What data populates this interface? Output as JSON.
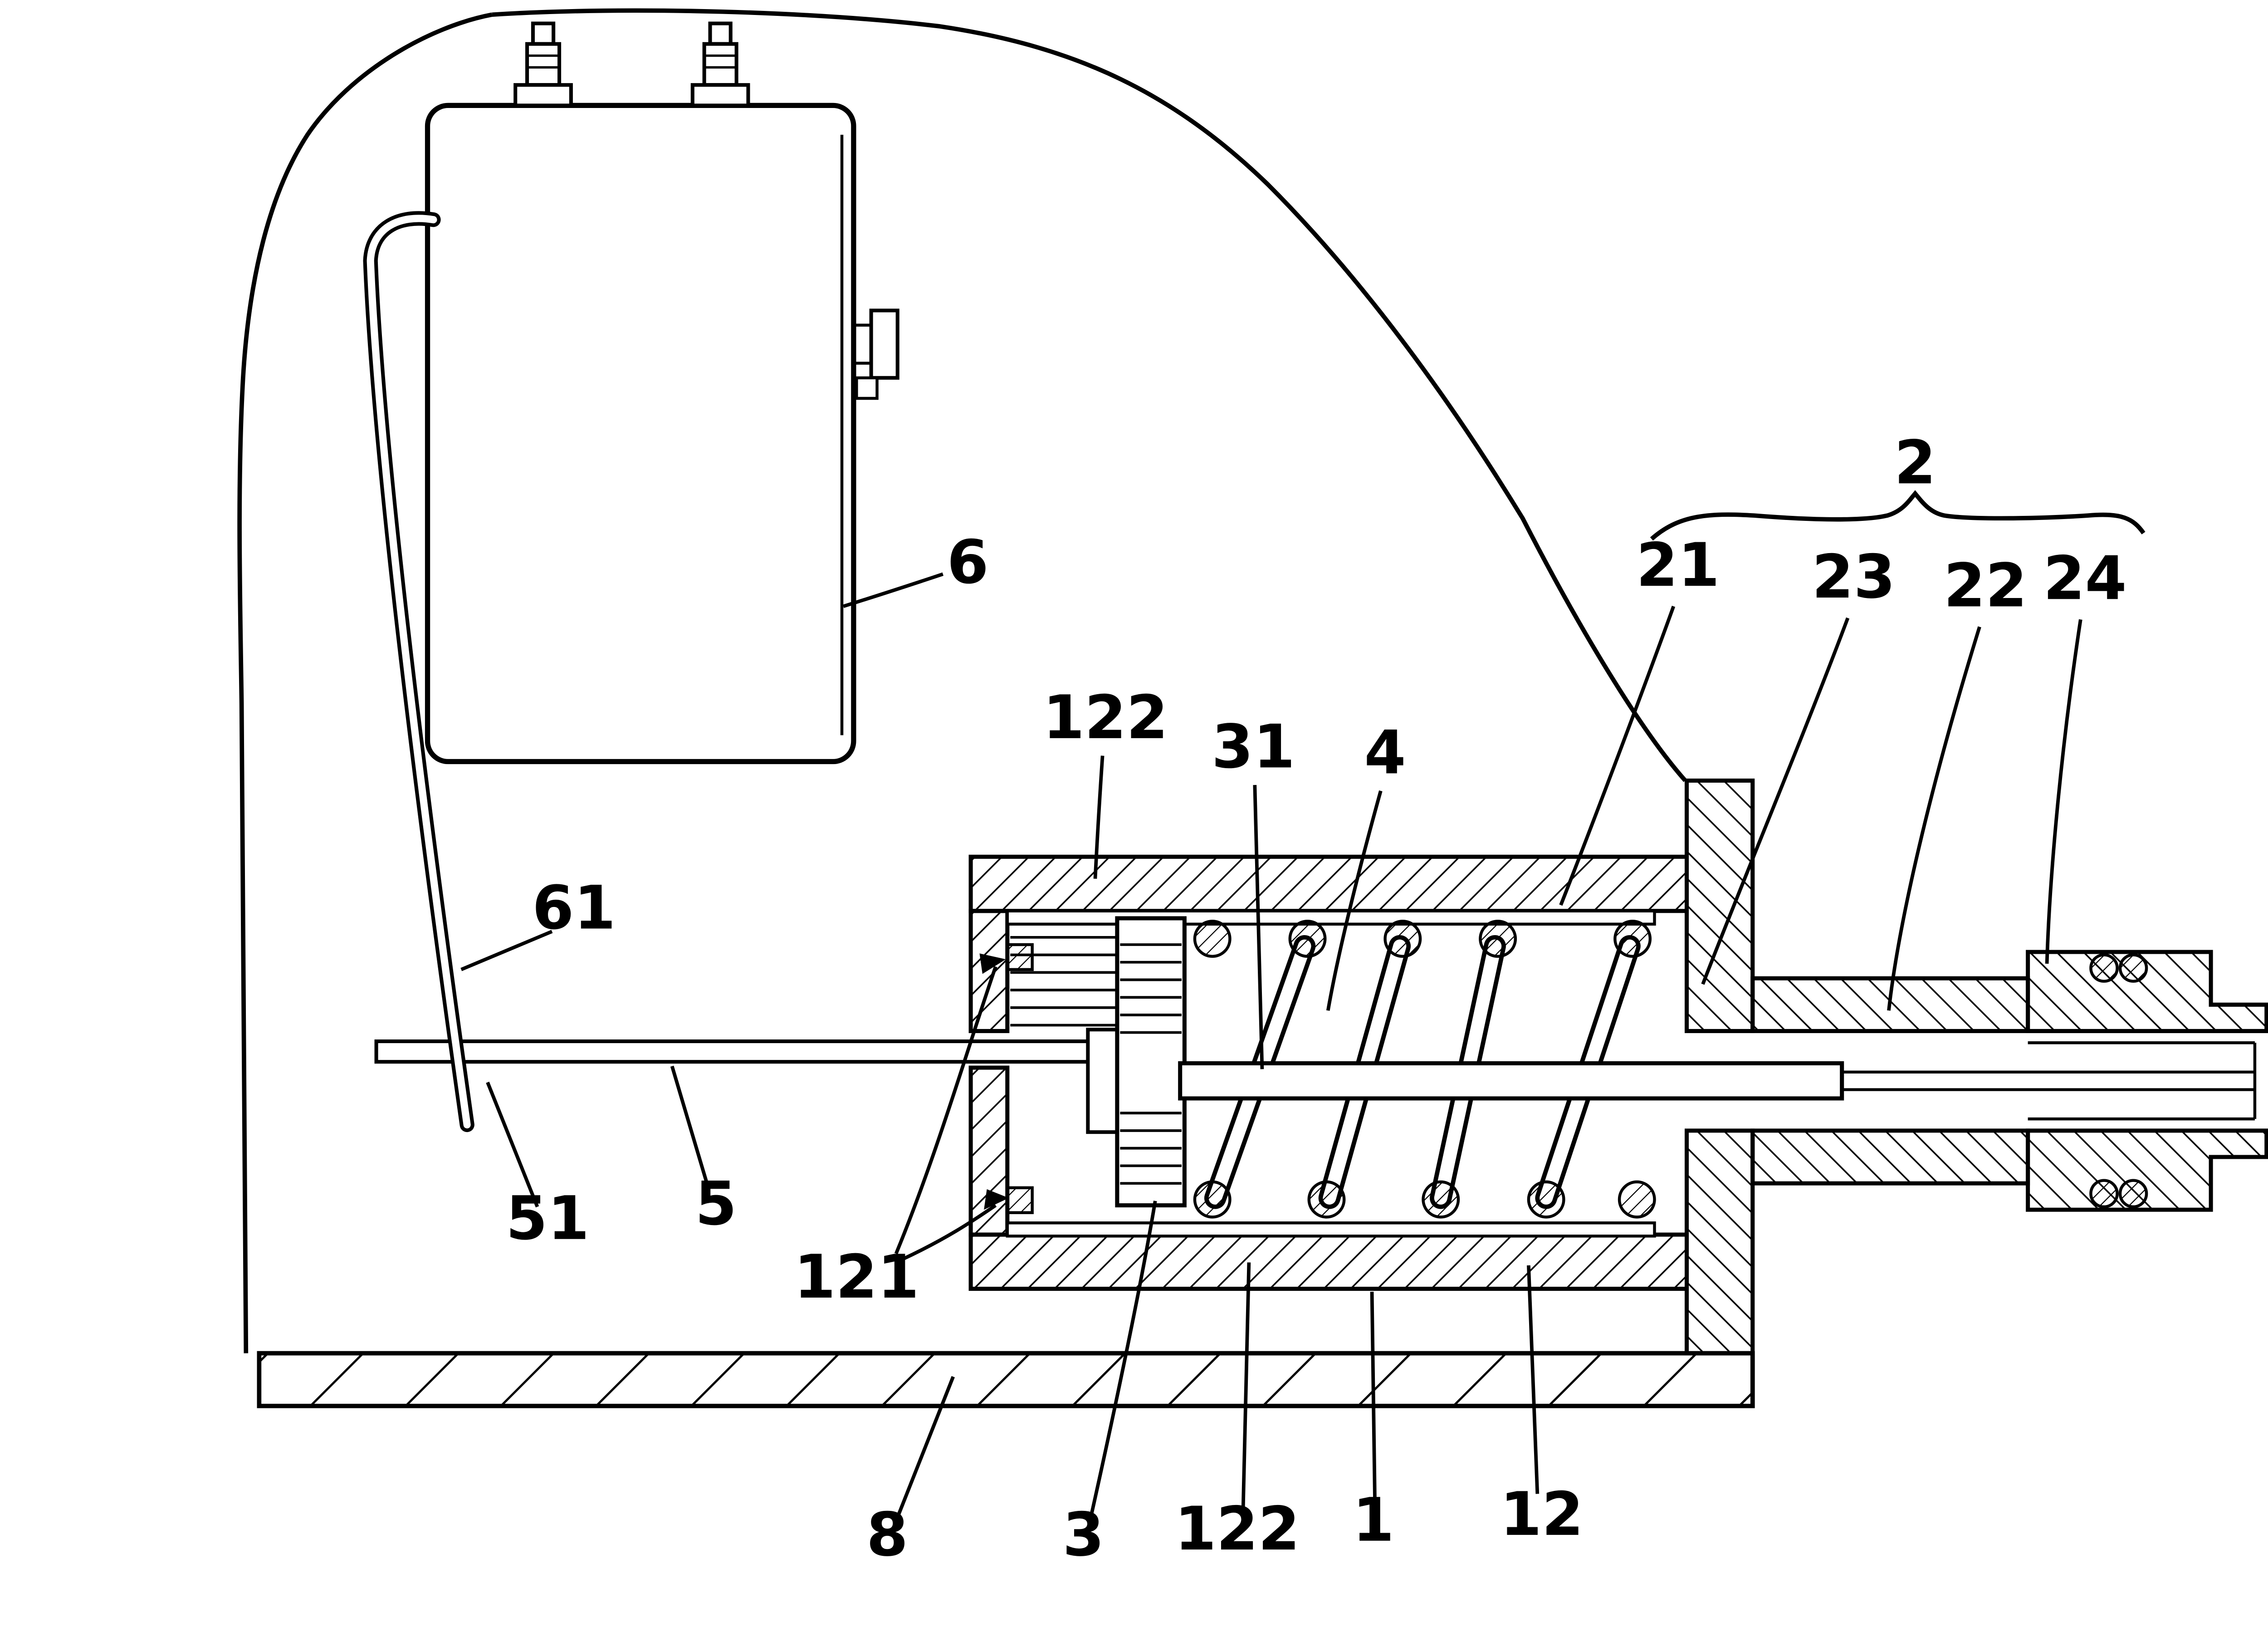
{
  "figure": {
    "background": "#ffffff",
    "ink": "#000000",
    "labels": {
      "ref_2": "2",
      "ref_21": "21",
      "ref_23": "23",
      "ref_22": "22",
      "ref_24": "24",
      "ref_6": "6",
      "ref_122_top": "122",
      "ref_31": "31",
      "ref_4": "4",
      "ref_61": "61",
      "ref_51": "51",
      "ref_5": "5",
      "ref_121": "121",
      "ref_8": "8",
      "ref_3": "3",
      "ref_122_bottom": "122",
      "ref_1": "1",
      "ref_12": "12"
    }
  }
}
